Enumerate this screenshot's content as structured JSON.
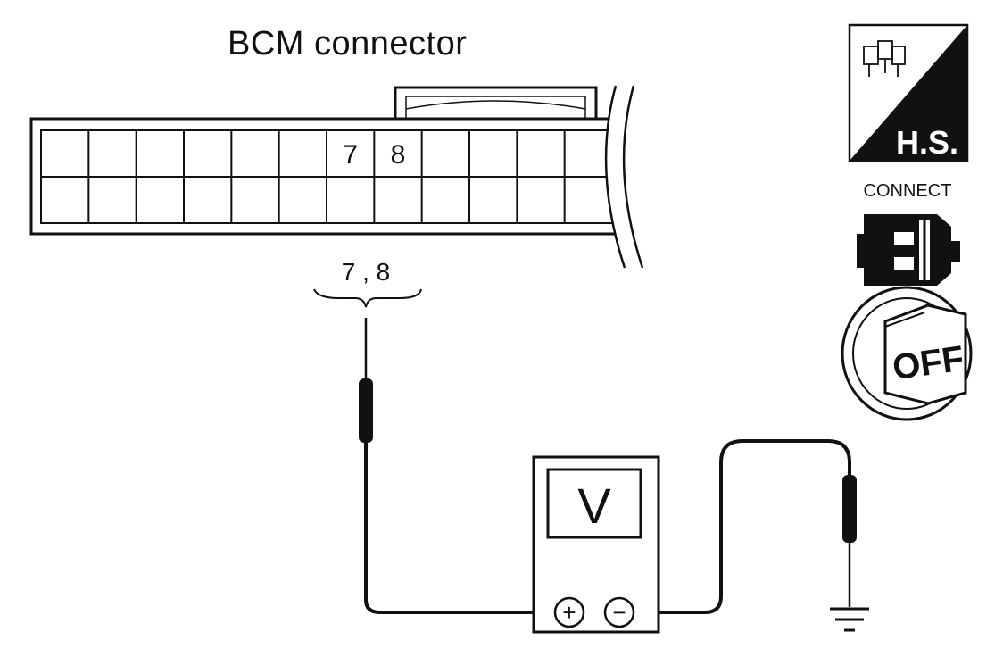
{
  "title": "BCM connector",
  "connector": {
    "top_row_labels": [
      "",
      "",
      "",
      "",
      "",
      "",
      "7",
      "8",
      "",
      "",
      "",
      ""
    ],
    "bottom_row_labels": [
      "",
      "",
      "",
      "",
      "",
      "",
      "",
      "",
      "",
      "",
      "",
      ""
    ],
    "probe_label": "7 , 8"
  },
  "meter": {
    "display": "V",
    "plus_symbol": "+",
    "minus_symbol": "−"
  },
  "icons": {
    "hs_badge": "H.S.",
    "connect_label": "CONNECT",
    "ignition": "OFF"
  }
}
